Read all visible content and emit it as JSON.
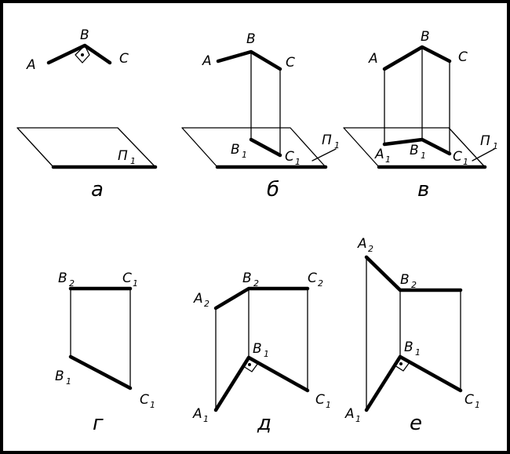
{
  "captions": {
    "a": "а",
    "b": "б",
    "v": "в",
    "g": "г",
    "d": "д",
    "e": "е"
  },
  "points": {
    "A": "A",
    "B": "B",
    "C": "C",
    "P": "П"
  },
  "subscripts": {
    "one": "1",
    "two": "2"
  }
}
